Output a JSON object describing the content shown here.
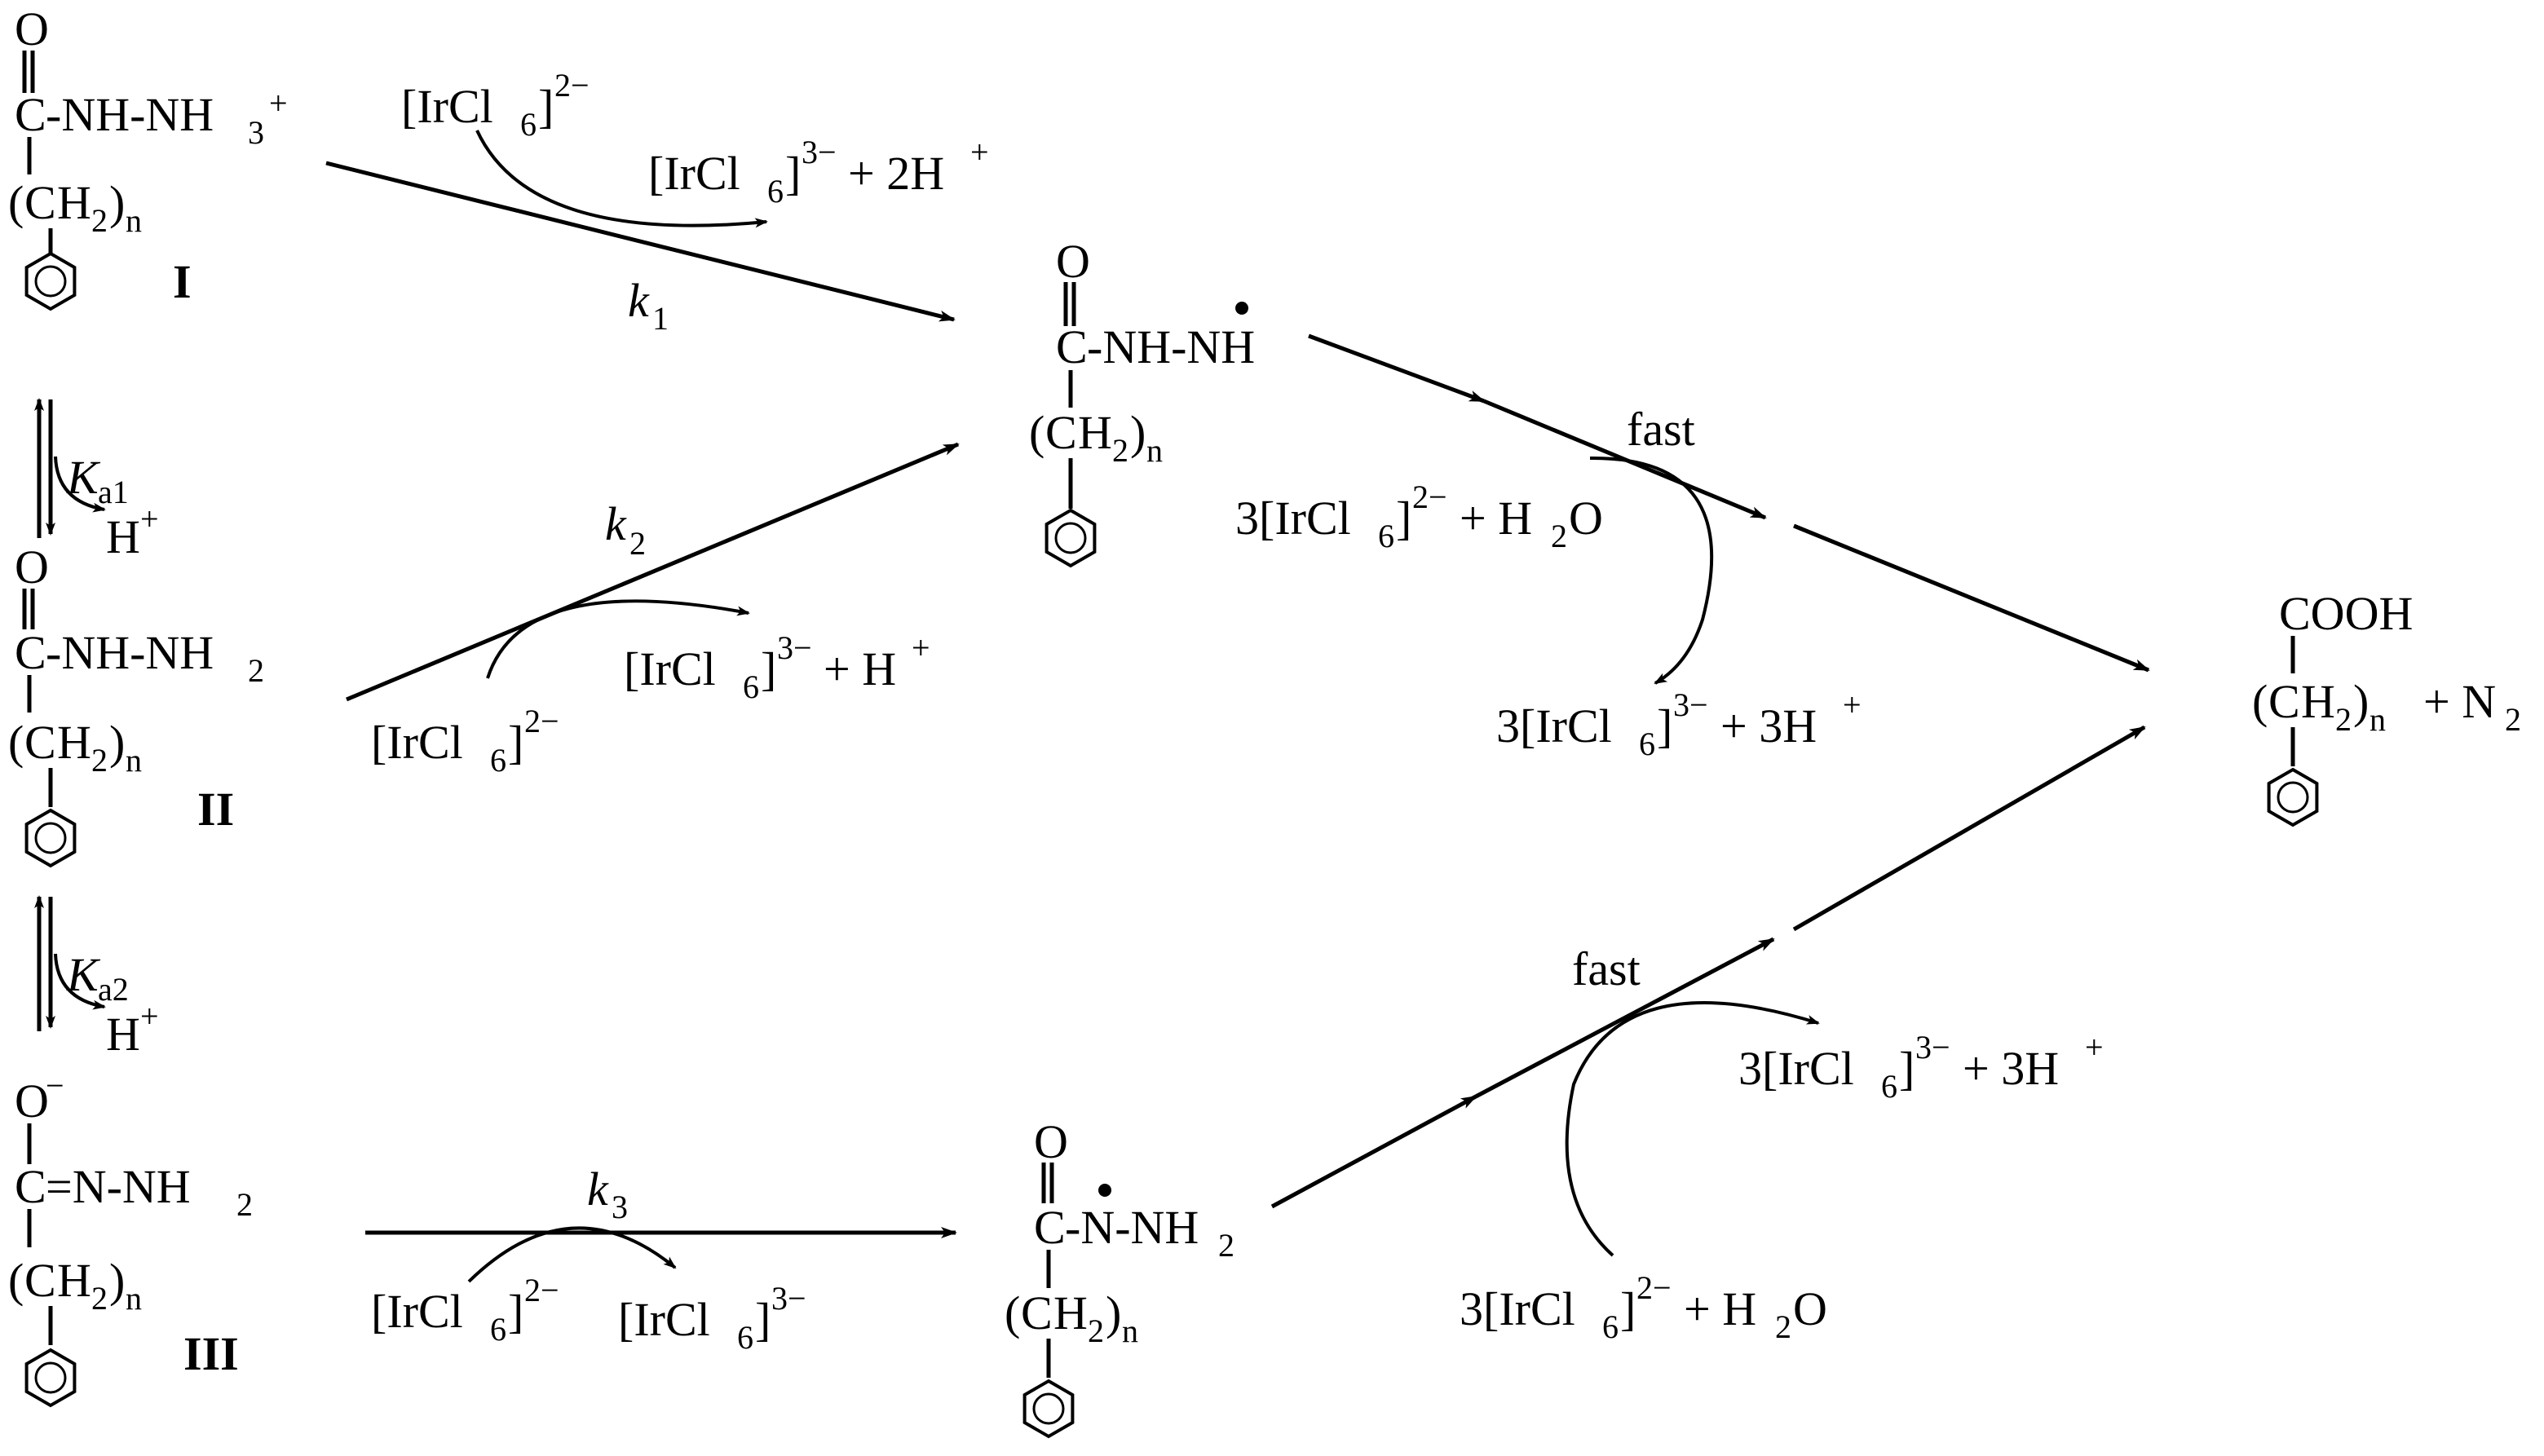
{
  "species": {
    "I": {
      "label": "I",
      "top_atom": "O",
      "c_label": "C",
      "group_main": "-NH-NH",
      "group_sub": "3",
      "group_sup": "+",
      "chain_open": "(",
      "chain_c": "C",
      "chain_h2": "H",
      "chain_sub2": "2",
      "chain_close": ")",
      "chain_n": "n"
    },
    "II": {
      "label": "II",
      "top_atom": "O",
      "c_label": "C",
      "group_main": "-NH-NH",
      "group_sub": "2",
      "chain_open": "(",
      "chain_c": "C",
      "chain_h2": "H",
      "chain_sub2": "2",
      "chain_close": ")",
      "chain_n": "n"
    },
    "III": {
      "label": "III",
      "top_atom": "O",
      "top_sup": "−",
      "c_label": "C",
      "group_main": "=N-NH",
      "group_sub": "2",
      "chain_open": "(",
      "chain_c": "C",
      "chain_h2": "H",
      "chain_sub2": "2",
      "chain_close": ")",
      "chain_n": "n"
    },
    "radical_upper": {
      "top_atom": "O",
      "c_label": "C",
      "group_main": "-NH-NH",
      "chain_open": "(",
      "chain_c": "C",
      "chain_h2": "H",
      "chain_sub2": "2",
      "chain_close": ")",
      "chain_n": "n"
    },
    "radical_lower": {
      "top_atom": "O",
      "c_label": "C",
      "group_main": "-N-NH",
      "group_sub": "2",
      "chain_open": "(",
      "chain_c": "C",
      "chain_h2": "H",
      "chain_sub2": "2",
      "chain_close": ")",
      "chain_n": "n"
    },
    "product": {
      "top_group": "COOH",
      "chain_open": "(",
      "chain_c": "C",
      "chain_h2": "H",
      "chain_sub2": "2",
      "chain_close": ")",
      "chain_n": "n",
      "plus_n2": "+ N",
      "n2_sub": "2"
    }
  },
  "equilibria": {
    "Ka1": {
      "symbol": "K",
      "sub": "a1",
      "released": "H",
      "released_sup": "+"
    },
    "Ka2": {
      "symbol": "K",
      "sub": "a2",
      "released": "H",
      "released_sup": "+"
    }
  },
  "reagents": {
    "ir_iv": {
      "prefix": "[IrCl",
      "sub": "6",
      "bracket": "]",
      "sup": "2−"
    },
    "ir_iii": {
      "prefix": "[IrCl",
      "sub": "6",
      "bracket": "]",
      "sup": "3−"
    },
    "k1_products_tail": " + 2H",
    "k1_products_sup": "+",
    "k2_products_tail": " + H",
    "k2_products_sup": "+",
    "fast_in_coef": "3",
    "fast_in_tail": " + H",
    "fast_in_sub": "2",
    "fast_in_o": "O",
    "fast_out_coef": "3",
    "fast_out_tail": " + 3H",
    "fast_out_sup": "+"
  },
  "rate_constants": {
    "k1": {
      "symbol": "k",
      "sub": "1"
    },
    "k2": {
      "symbol": "k",
      "sub": "2"
    },
    "k3": {
      "symbol": "k",
      "sub": "3"
    },
    "fast_upper": "fast",
    "fast_lower": "fast"
  }
}
